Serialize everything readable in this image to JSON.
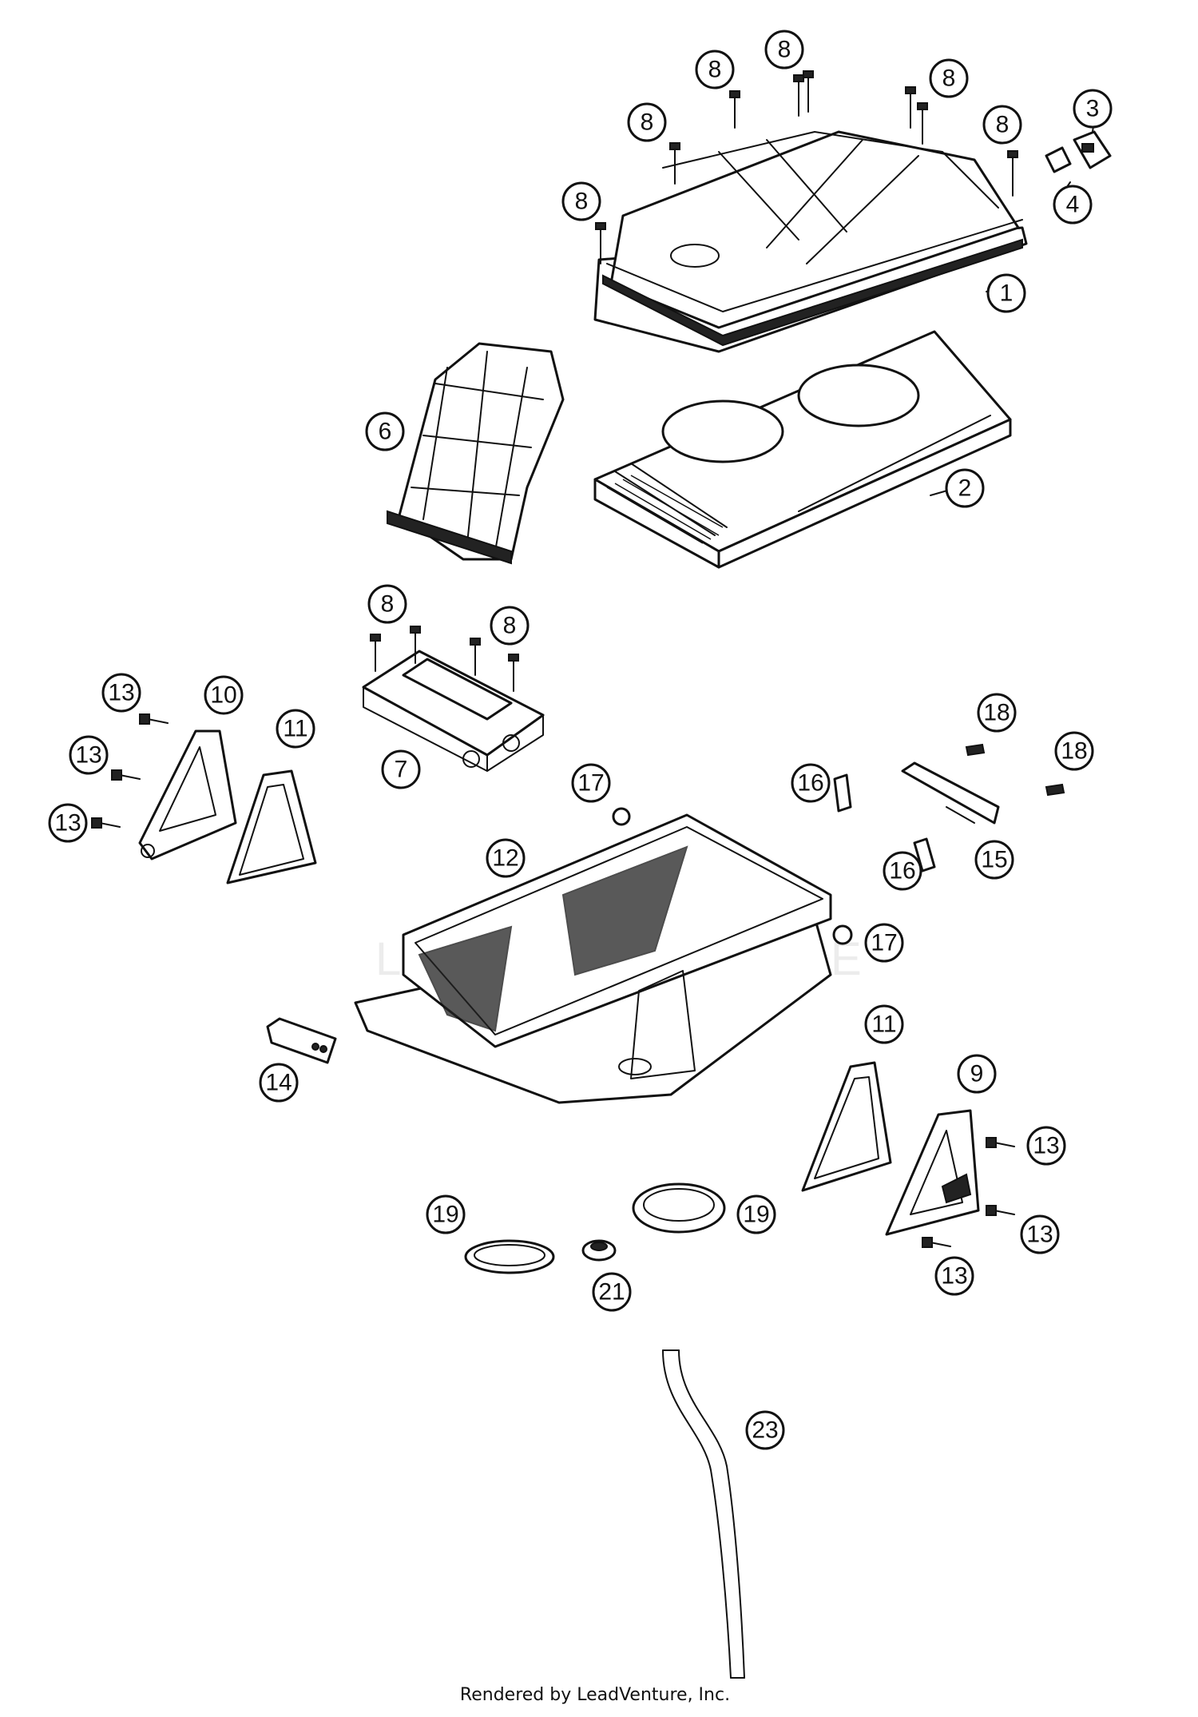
{
  "diagram": {
    "parts": [
      {
        "ref": "1"
      },
      {
        "ref": "2"
      },
      {
        "ref": "3"
      },
      {
        "ref": "4"
      },
      {
        "ref": "6"
      },
      {
        "ref": "7"
      },
      {
        "ref": "8"
      },
      {
        "ref": "9"
      },
      {
        "ref": "10"
      },
      {
        "ref": "11"
      },
      {
        "ref": "12"
      },
      {
        "ref": "13"
      },
      {
        "ref": "14"
      },
      {
        "ref": "15"
      },
      {
        "ref": "16"
      },
      {
        "ref": "17"
      },
      {
        "ref": "18"
      },
      {
        "ref": "19"
      },
      {
        "ref": "21"
      },
      {
        "ref": "23"
      }
    ],
    "callout_labels": {
      "n1": "1",
      "n2": "2",
      "n3": "3",
      "n4": "4",
      "n6": "6",
      "n7": "7",
      "n8": "8",
      "n9": "9",
      "n10": "10",
      "n11": "11",
      "n12": "12",
      "n13": "13",
      "n14": "14",
      "n15": "15",
      "n16": "16",
      "n17": "17",
      "n18": "18",
      "n19": "19",
      "n21": "21",
      "n23": "23"
    }
  },
  "footer": {
    "credit": "Rendered by LeadVenture, Inc."
  },
  "colors": {
    "line": "#111111",
    "background": "#ffffff"
  }
}
